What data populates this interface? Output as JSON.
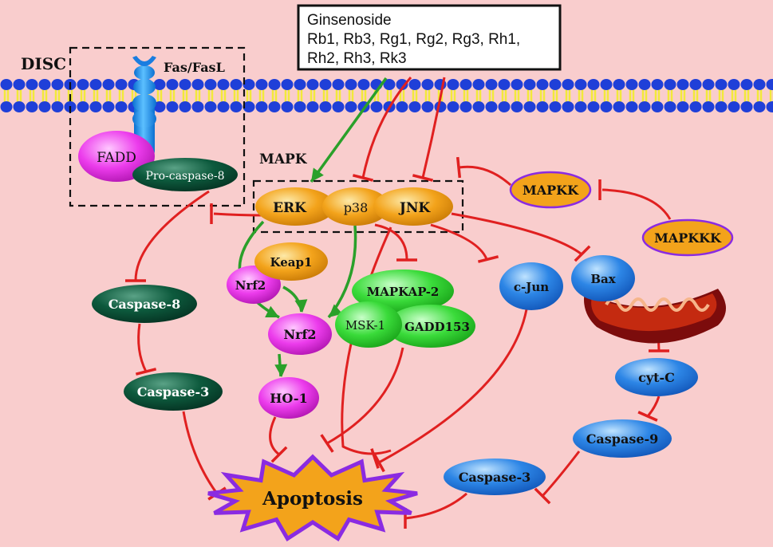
{
  "ginsenoside": {
    "line1": "Ginsenoside",
    "line2": "Rb1, Rb3, Rg1, Rg2, Rg3, Rh1,",
    "line3": "Rh2, Rh3, Rk3"
  },
  "labels": {
    "disc": "DISC",
    "fas": "Fas/FasL",
    "mapk": "MAPK"
  },
  "nodes": {
    "fadd": "FADD",
    "procasp8": "Pro-caspase-8",
    "erk": "ERK",
    "p38": "p38",
    "jnk": "JNK",
    "mapkk": "MAPKK",
    "mapkkk": "MAPKKK",
    "keap1": "Keap1",
    "nrf2a": "Nrf2",
    "nrf2b": "Nrf2",
    "ho1": "HO-1",
    "mapkap2": "MAPKAP-2",
    "msk1": "MSK-1",
    "gadd153": "GADD153",
    "cjun": "c-Jun",
    "bax": "Bax",
    "cytc": "cyt-C",
    "casp9": "Caspase-9",
    "casp3r": "Caspase-3",
    "casp8": "Caspase-8",
    "casp3l": "Caspase-3",
    "apoptosis": "Apoptosis"
  },
  "colors": {
    "background": "#f9cdcd",
    "membrane_head": "#1f3fd8",
    "membrane_tail": "#f2e93a",
    "inhibit_line": "#e02020",
    "activate_line": "#2aa02a",
    "kinase_orange": "#f3a31b",
    "nrf_magenta": "#ea35ea",
    "msk_green": "#37d637",
    "cas_dark_green": "#0b4f35",
    "blue_protein": "#2a7fe0",
    "apoptosis_fill": "#f3a31b",
    "apoptosis_border": "#8a2be2"
  }
}
